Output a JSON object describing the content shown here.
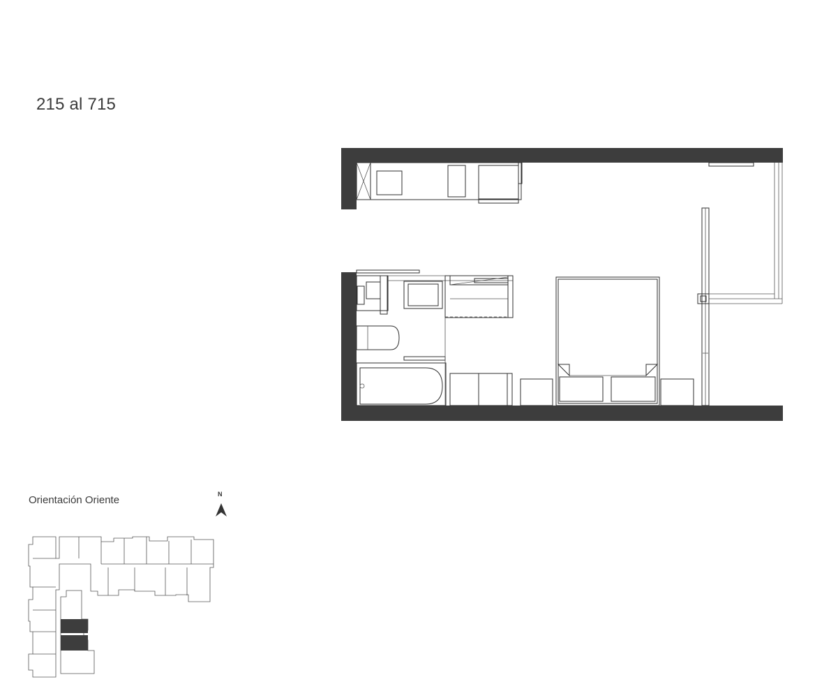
{
  "unit": {
    "title": "215 al 715"
  },
  "orientation": {
    "label": "Orientación Oriente",
    "north_label": "N"
  },
  "colors": {
    "wall": "#3d3d3d",
    "line": "#2f2f2f",
    "highlight": "#3d3d3d"
  }
}
